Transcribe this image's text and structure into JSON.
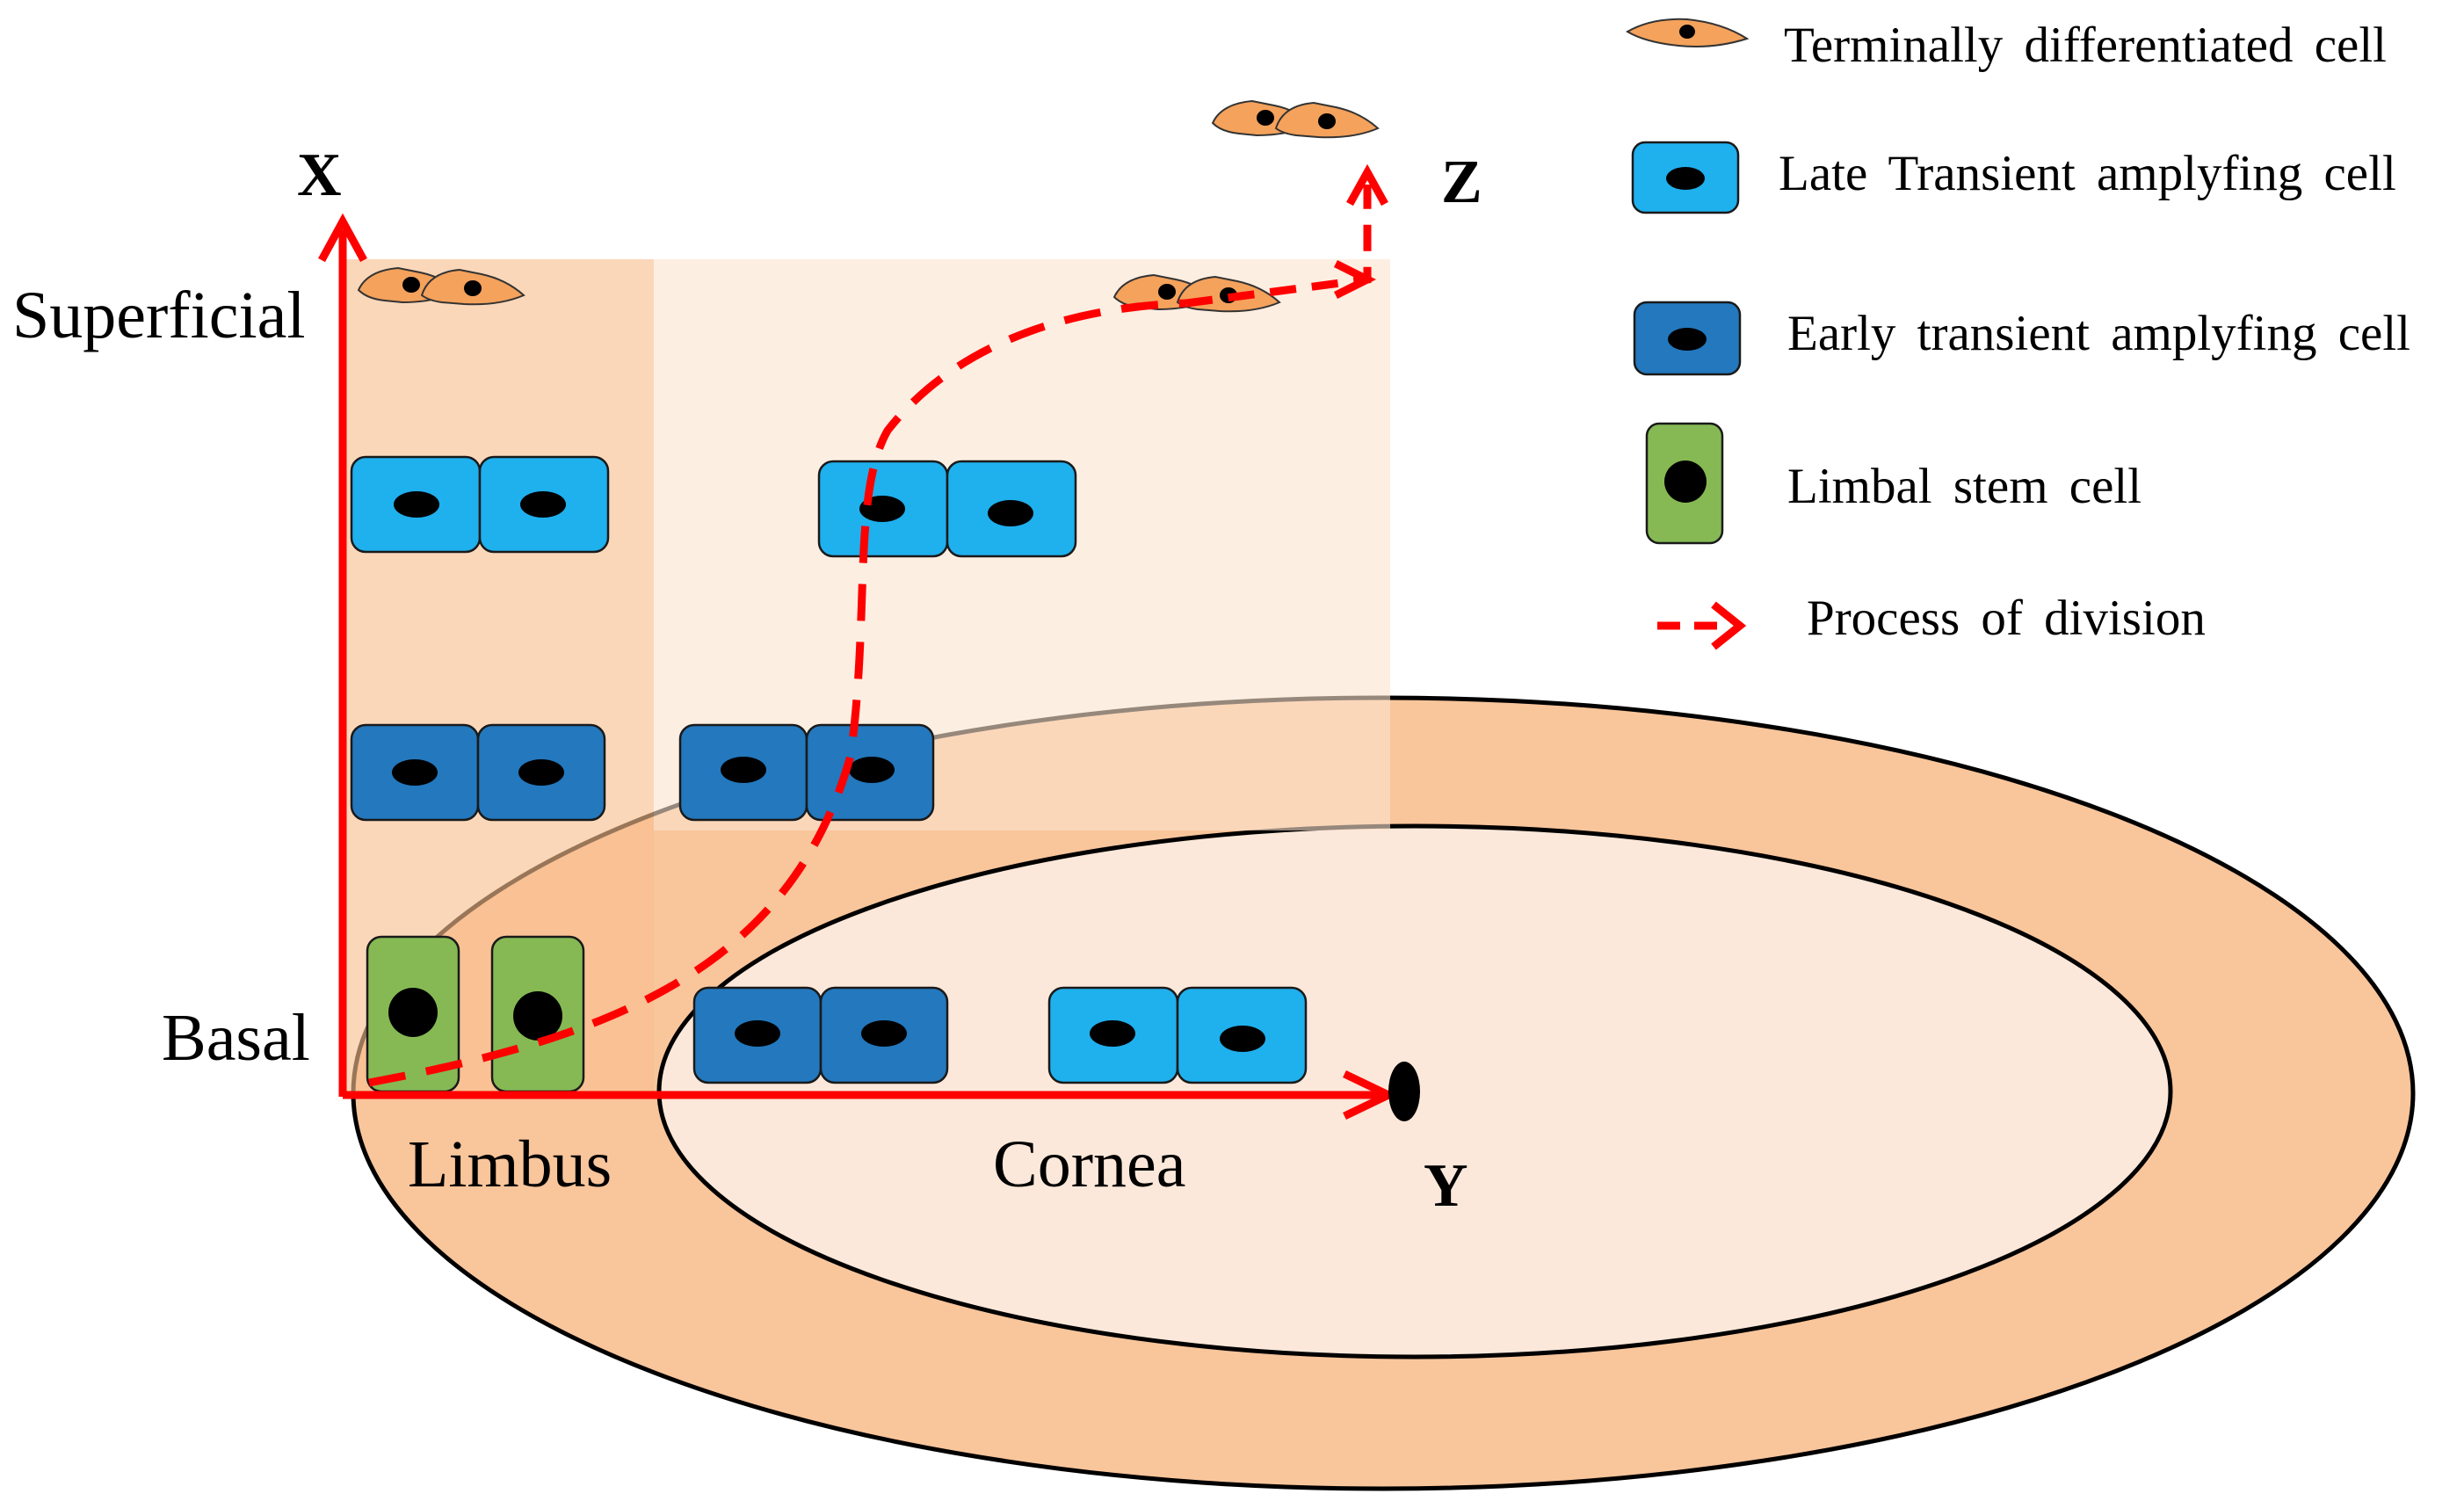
{
  "diagram": {
    "axes": {
      "x": "X",
      "y": "Y",
      "z": "Z"
    },
    "levels": {
      "top": "Superficial",
      "bottom": "Basal"
    },
    "regions": {
      "limbus": "Limbus",
      "cornea": "Cornea"
    }
  },
  "legend": {
    "terminal": "Terminally differentiated cell",
    "late_ta": "Late Transient amplyfing cell",
    "early_ta": "Early transient amplyfing cell",
    "stem": "Limbal stem cell",
    "division": "Process of division"
  },
  "colors": {
    "terminal_cell": "#F4A25C",
    "late_ta_cell": "#1FB0EE",
    "early_ta_cell": "#2378BE",
    "stem_cell": "#86B954",
    "arrow": "#FF0000",
    "limbus_ring": "#F9C59B",
    "cornea_center": "#FCE8DA",
    "limbus_panel": "#FAD2B0",
    "cornea_panel": "#FDEDE1"
  }
}
